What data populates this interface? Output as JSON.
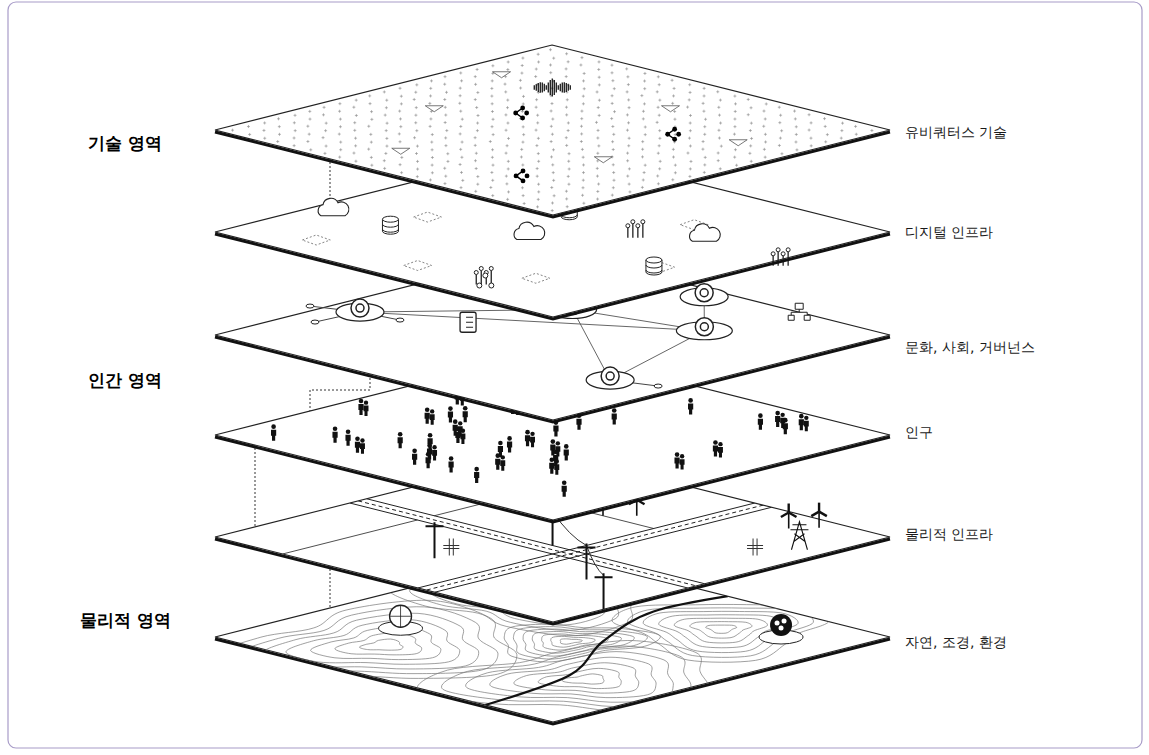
{
  "diagram": {
    "labels": [
      "기술 영역",
      "유비쿼터스 기술",
      "디지털 인프라",
      "인간 영역",
      "문화, 사회, 거버넌스",
      "인구",
      "물리적 인프라",
      "물리적 영역",
      "자연, 조경, 환경"
    ]
  }
}
